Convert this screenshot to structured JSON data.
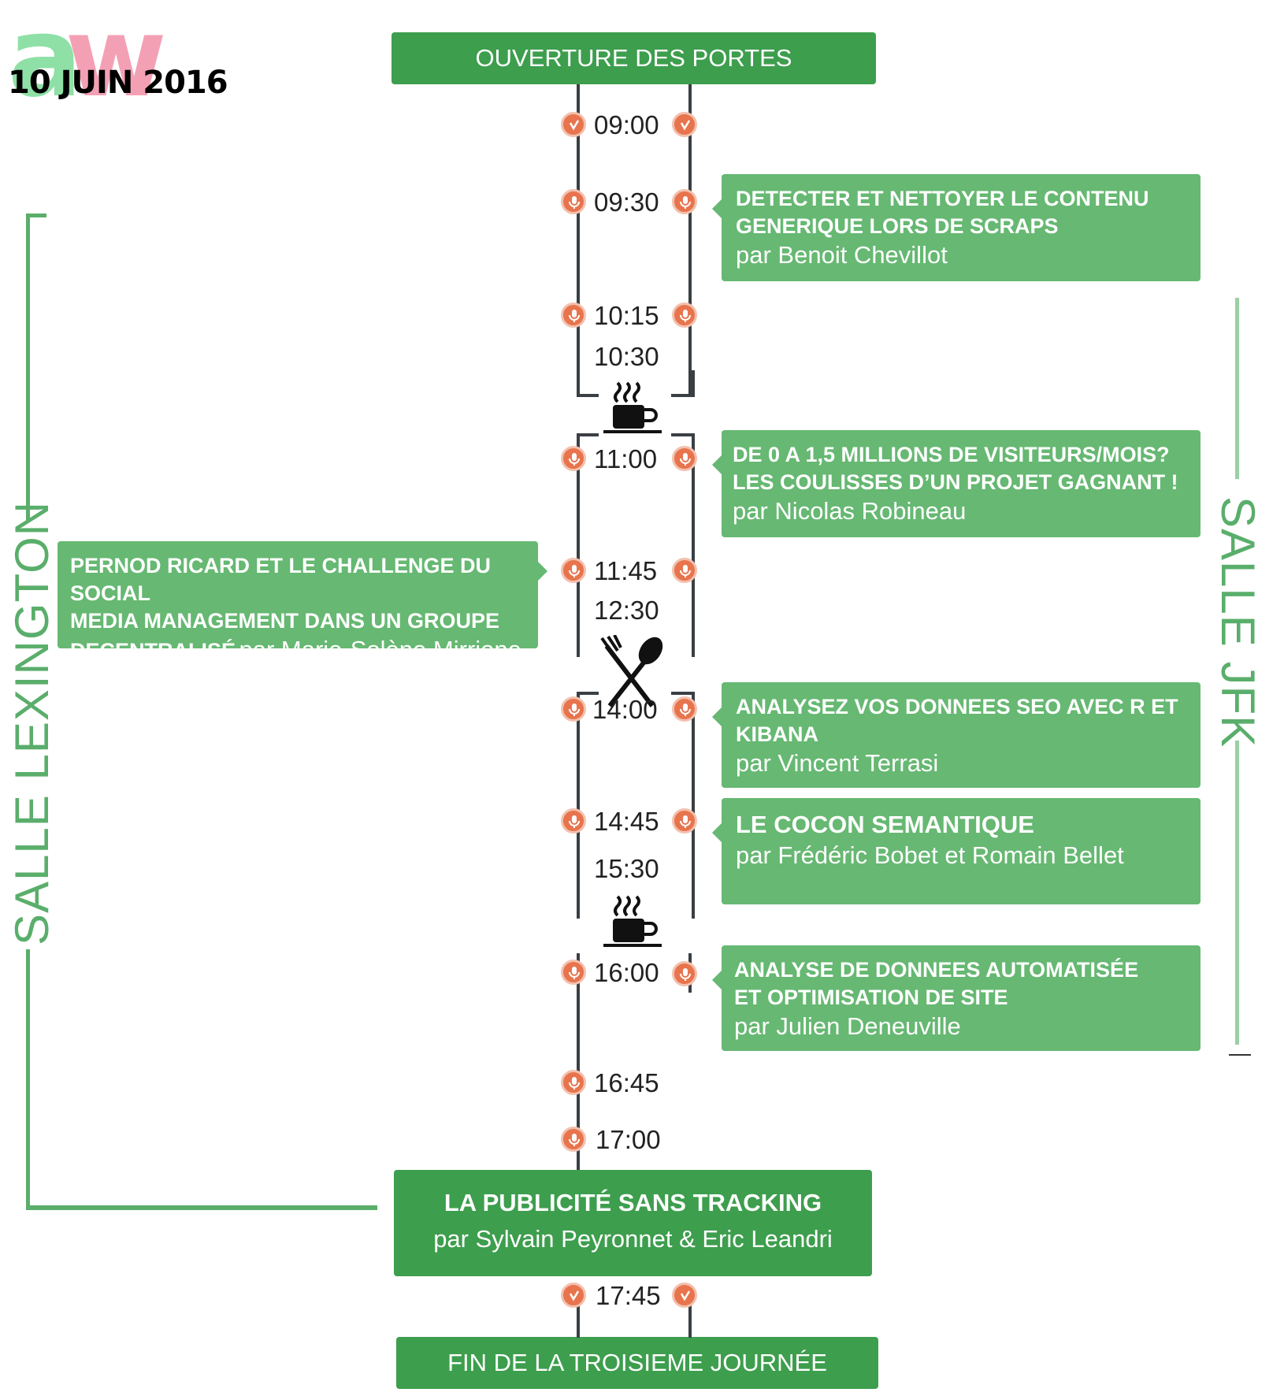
{
  "logo": {
    "letters": "aw",
    "date": "10 JUIN 2016"
  },
  "header": {
    "opening": "OUVERTURE DES PORTES"
  },
  "footer": {
    "closing": "FIN DE LA TROISIEME JOURNÉE"
  },
  "rooms": {
    "left": "SALLE LEXINGTON",
    "right": "SALLE JFK"
  },
  "times": [
    "09:00",
    "09:30",
    "10:15",
    "10:30",
    "11:00",
    "11:45",
    "12:30",
    "14:00",
    "14:45",
    "15:30",
    "16:00",
    "16:45",
    "17:00",
    "17:45"
  ],
  "talks": {
    "t1": {
      "title_1": "DETECTER ET NETTOYER LE CONTENU",
      "title_2": "GENERIQUE LORS DE SCRAPS",
      "by": "par Benoit Chevillot"
    },
    "t2": {
      "title_1": "DE 0 A 1,5 MILLIONS DE VISITEURS/MOIS?",
      "title_2": "LES COULISSES D’UN PROJET GAGNANT !",
      "by": "par Nicolas Robineau"
    },
    "t3": {
      "title_1": "PERNOD RICARD ET LE CHALLENGE DU SOCIAL",
      "title_2": "MEDIA MANAGEMENT DANS UN GROUPE",
      "title_3": "DECENTRALISÉ",
      "by": "par Marie-Solène Mirrione"
    },
    "t4": {
      "title_1": "ANALYSEZ VOS DONNEES SEO AVEC R ET",
      "title_2": "KIBANA",
      "by": "par Vincent Terrasi"
    },
    "t5": {
      "title_1": "LE COCON SEMANTIQUE",
      "by": "par  Frédéric Bobet  et Romain Bellet"
    },
    "t6": {
      "title_1": "ANALYSE DE DONNEES AUTOMATISÉE",
      "title_2": "ET OPTIMISATION DE SITE",
      "by": "par Julien Deneuville"
    },
    "t7": {
      "title_1": "LA PUBLICITÉ SANS TRACKING",
      "by": "par Sylvain Peyronnet & Eric Leandri"
    }
  },
  "icons": {
    "break_1": "coffee-cup-icon",
    "lunch": "fork-spoon-icon",
    "break_2": "coffee-cup-icon",
    "speaker": "microphone-icon",
    "start_end": "check-icon"
  },
  "colors": {
    "header_green": "#3d9e4d",
    "talk_green": "#66b872",
    "marker_orange": "#e8744d",
    "room_green": "#5aae6b"
  }
}
